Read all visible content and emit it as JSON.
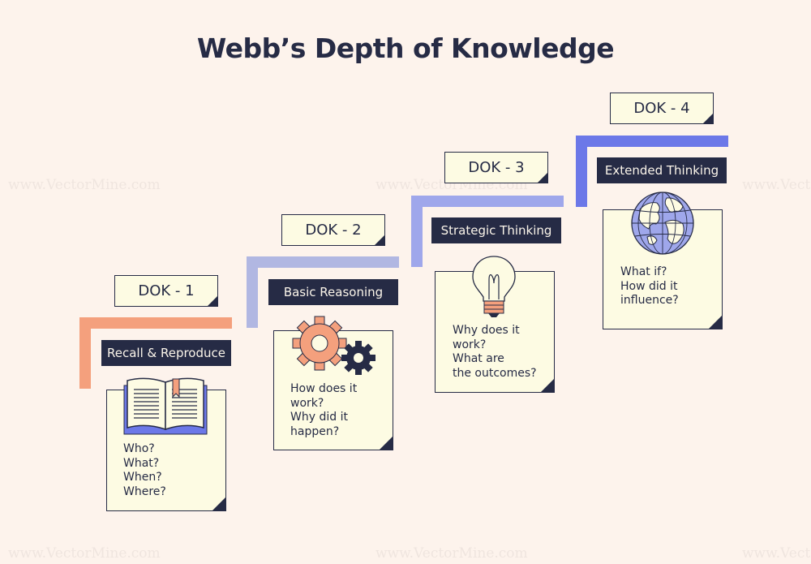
{
  "title": "Webb’s Depth of Knowledge",
  "watermark": "www.VectorMine.com",
  "colors": {
    "background": "#fdf3ec",
    "navy": "#262b45",
    "card": "#fdfbe3",
    "step1": "#f4a07d",
    "step2": "#b1b7e2",
    "step3": "#9fa7eb",
    "step4": "#6c78e8"
  },
  "levels": [
    {
      "dok": "DOK - 1",
      "name": "Recall & Reproduce",
      "icon": "open-book-icon",
      "questions": [
        "Who?",
        "What?",
        "When?",
        "Where?"
      ]
    },
    {
      "dok": "DOK - 2",
      "name": "Basic Reasoning",
      "icon": "gears-icon",
      "questions": [
        "How does it",
        "work?",
        "Why did it",
        "happen?"
      ]
    },
    {
      "dok": "DOK - 3",
      "name": "Strategic Thinking",
      "icon": "light-bulb-icon",
      "questions": [
        "Why does it",
        "work?",
        "What are",
        "the outcomes?"
      ]
    },
    {
      "dok": "DOK - 4",
      "name": "Extended Thinking",
      "icon": "globe-icon",
      "questions": [
        "What if?",
        "How did it",
        "influence?"
      ]
    }
  ]
}
